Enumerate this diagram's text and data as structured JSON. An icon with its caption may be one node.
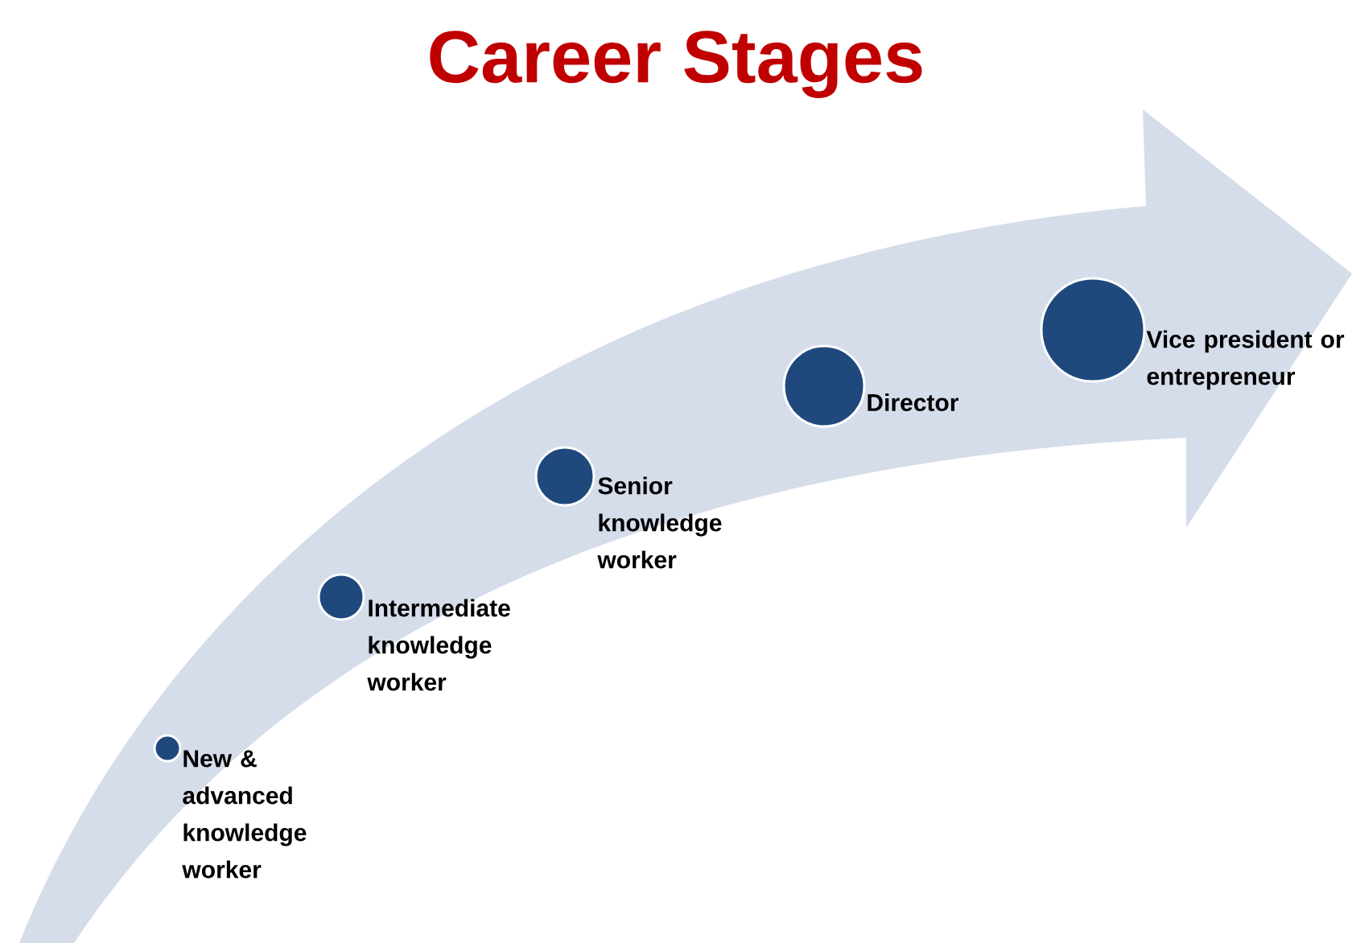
{
  "diagram": {
    "title": "Career Stages",
    "nodes": [
      {
        "text": [],
        "shape": "circle",
        "beside": [
          "New & advanced knowledge worker"
        ]
      },
      {
        "text": [],
        "shape": "circle",
        "beside": [
          "Intermediate knowledge worker"
        ]
      },
      {
        "text": [],
        "shape": "circle",
        "beside": [
          "Senior knowledge worker"
        ]
      },
      {
        "text": [],
        "shape": "circle",
        "beside": [
          "Director"
        ]
      },
      {
        "text": [],
        "shape": "circle",
        "beside": [
          "Vice president or entrepreneur"
        ]
      }
    ]
  }
}
